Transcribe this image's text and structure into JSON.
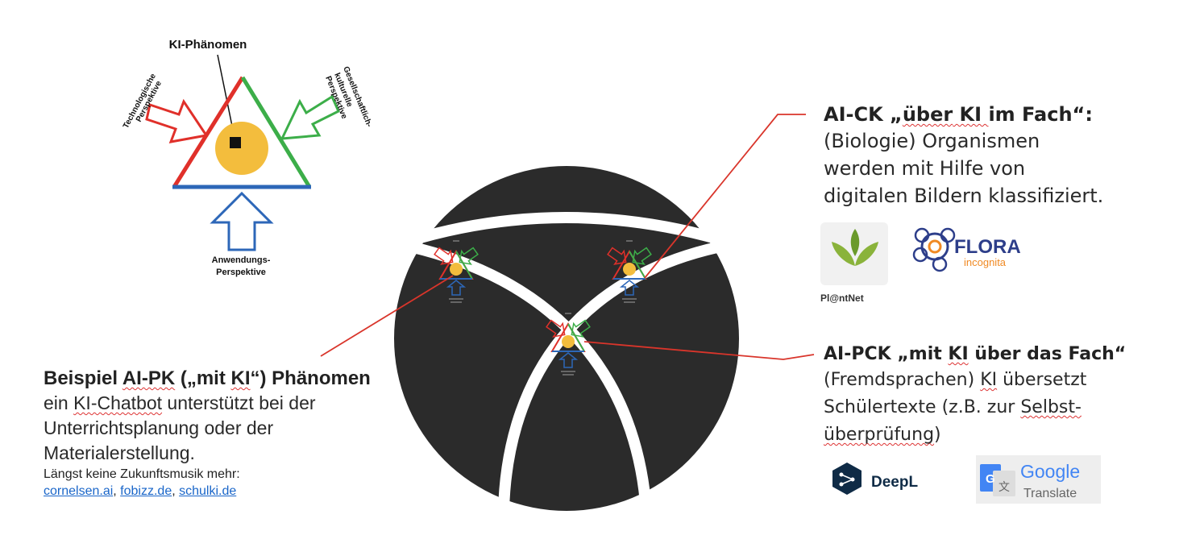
{
  "circle": {
    "title_line1": "KI-",
    "title_line2": "Kompetenz"
  },
  "triangle_diagram": {
    "top_label": "KI-Phänomen",
    "left_label_line1": "Technologische",
    "left_label_line2": "Perspektive",
    "right_label_line1": "Gesellschaftlich-",
    "right_label_line2": "kulturelle",
    "right_label_line3": "Perspektive",
    "bottom_label_line1": "Anwendungs-",
    "bottom_label_line2": "Perspektive"
  },
  "ai_ck": {
    "heading_a": "AI-CK „",
    "heading_b": "über",
    "heading_c": " KI ",
    "heading_d": "im Fach“:",
    "line1": "(Biologie) Organismen",
    "line2": "werden mit Hilfe von",
    "line3": "digitalen Bildern klassifiziert.",
    "logo1_label": "Pl@ntNet",
    "logo2_word": "FLORA",
    "logo2_sub": "incognita"
  },
  "ai_pck": {
    "heading_a": "AI-PCK „mit ",
    "heading_b": "KI",
    "heading_c": " über das Fach“",
    "line1_a": "(Fremdsprachen) ",
    "line1_b": "KI",
    "line1_c": " übersetzt",
    "line2_a": "Schülertexte (z.B. zur ",
    "line2_b": "Selbst-",
    "line3": "überprüfung",
    "line3_end": ")",
    "logo1_label": "DeepL",
    "logo2_word": "Google",
    "logo2_sub": "Translate"
  },
  "ai_pk": {
    "heading_a": "Beispiel ",
    "heading_b": "AI-PK",
    "heading_c": " („mit ",
    "heading_d": "KI",
    "heading_e": "“) Phänomen",
    "line1_a": "ein ",
    "line1_b": "KI-Chatbot",
    "line1_c": " unterstützt bei der",
    "line2": "Unterrichtsplanung oder der",
    "line3": "Materialerstellung.",
    "note": "Längst keine Zukunftsmusik mehr:",
    "links": [
      "cornelsen.ai",
      "fobizz.de",
      "schulki.de"
    ],
    "link_sep": ", "
  },
  "colors": {
    "circle": "#2b2b2b",
    "red": "#e0302a",
    "green": "#3cae49",
    "blue": "#2d67b8",
    "yellow": "#f3bd3d",
    "connector": "#d9352b"
  }
}
